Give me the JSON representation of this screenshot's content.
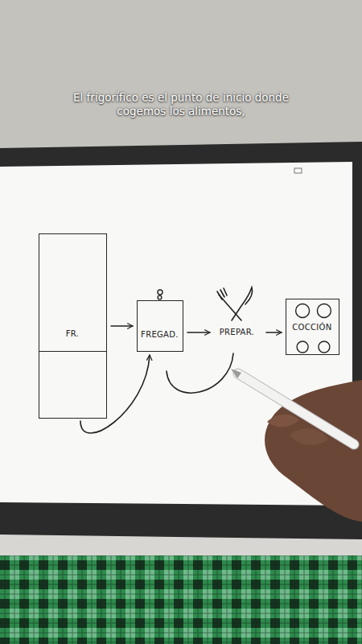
{
  "diagram": {
    "caption": "El frigorífico es el punto de inicio donde cogemos los alimentos,",
    "nodes": [
      {
        "text": [
          "FR."
        ]
      },
      {
        "text": [
          "FREGAD."
        ]
      },
      {
        "text": [
          "PREPAR."
        ]
      },
      {
        "text": [
          "COCCIÓN"
        ]
      }
    ],
    "edges": [
      {
        "from": 0,
        "to": 1,
        "arrow": "to"
      },
      {
        "from": 1,
        "to": 2,
        "arrow": "to"
      },
      {
        "from": 2,
        "to": 3,
        "arrow": "to"
      },
      {
        "from": 0,
        "to": 1,
        "arrow": "to"
      },
      {
        "from": 1,
        "to": 2,
        "arrow": "none"
      }
    ]
  }
}
